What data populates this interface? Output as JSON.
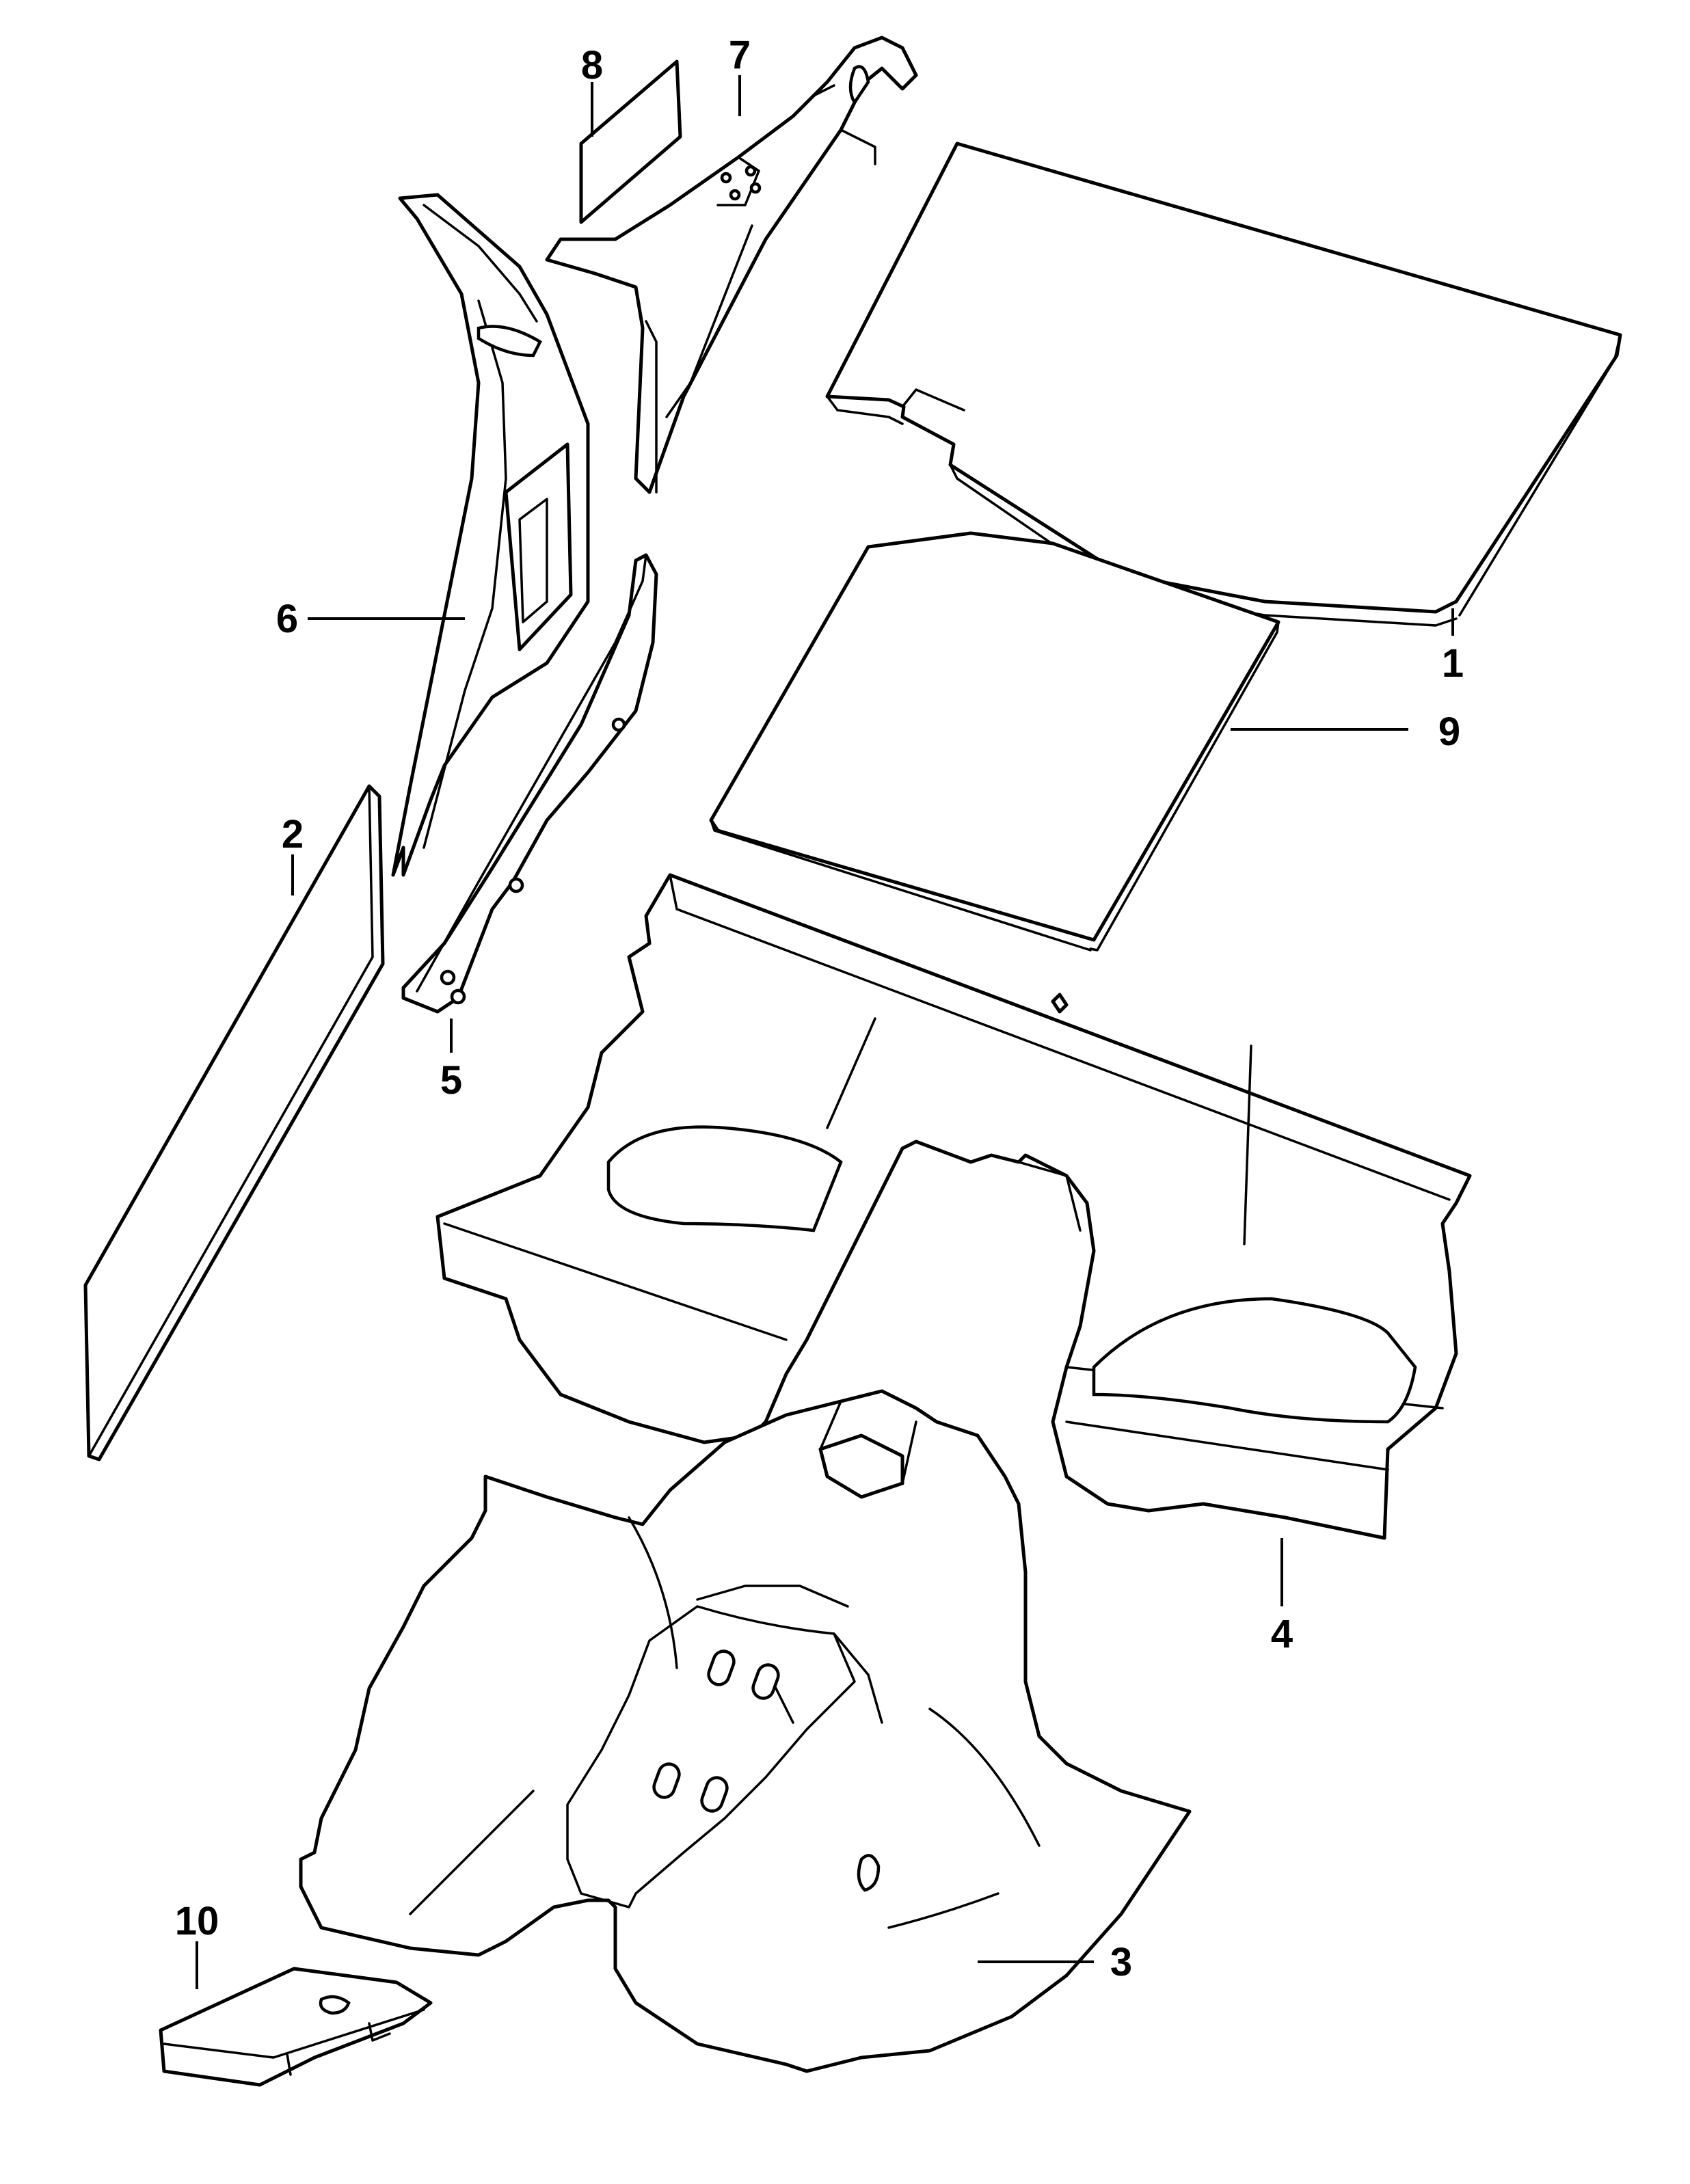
{
  "diagram": {
    "parts": [
      {
        "id": "part-1",
        "callout": "1"
      },
      {
        "id": "part-2",
        "callout": "2"
      },
      {
        "id": "part-3",
        "callout": "3"
      },
      {
        "id": "part-4",
        "callout": "4"
      },
      {
        "id": "part-5",
        "callout": "5"
      },
      {
        "id": "part-6",
        "callout": "6"
      },
      {
        "id": "part-7",
        "callout": "7"
      },
      {
        "id": "part-8",
        "callout": "8"
      },
      {
        "id": "part-9",
        "callout": "9"
      },
      {
        "id": "part-10",
        "callout": "10"
      }
    ],
    "colors": {
      "line": "#000000",
      "background": "#ffffff"
    }
  }
}
